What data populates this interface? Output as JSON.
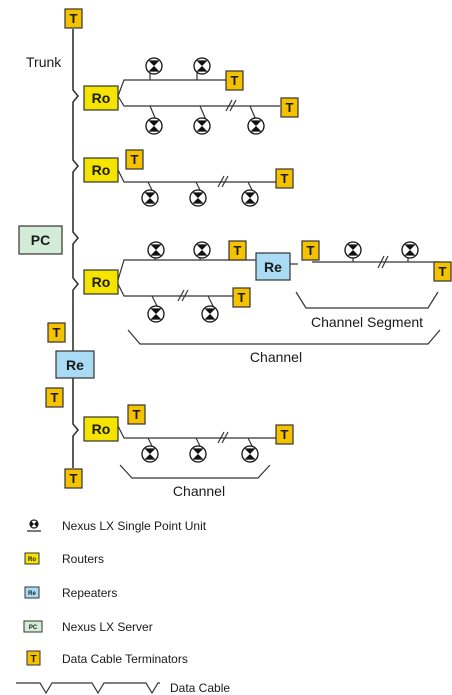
{
  "labels": {
    "trunk": "Trunk",
    "pc": "PC",
    "router": "Ro",
    "repeater": "Re",
    "terminator": "T",
    "channel_segment": "Channel Segment",
    "channel_main": "Channel",
    "channel_lower": "Channel"
  },
  "legend": [
    {
      "icon": "single-point-unit-icon",
      "label": "Nexus LX Single Point Unit"
    },
    {
      "icon": "router-icon",
      "label": "Routers",
      "code": "Ro"
    },
    {
      "icon": "repeater-icon",
      "label": "Repeaters",
      "code": "Re"
    },
    {
      "icon": "server-icon",
      "label": "Nexus LX Server",
      "code": "PC"
    },
    {
      "icon": "terminator-icon",
      "label": "Data Cable Terminators",
      "code": "T"
    },
    {
      "icon": "data-cable-icon",
      "label": "Data Cable"
    }
  ],
  "colors": {
    "router": "#f5e400",
    "repeater": "#a9dbf4",
    "server": "#d2ecd8",
    "terminator": "#f5c200",
    "outline": "#333333"
  }
}
